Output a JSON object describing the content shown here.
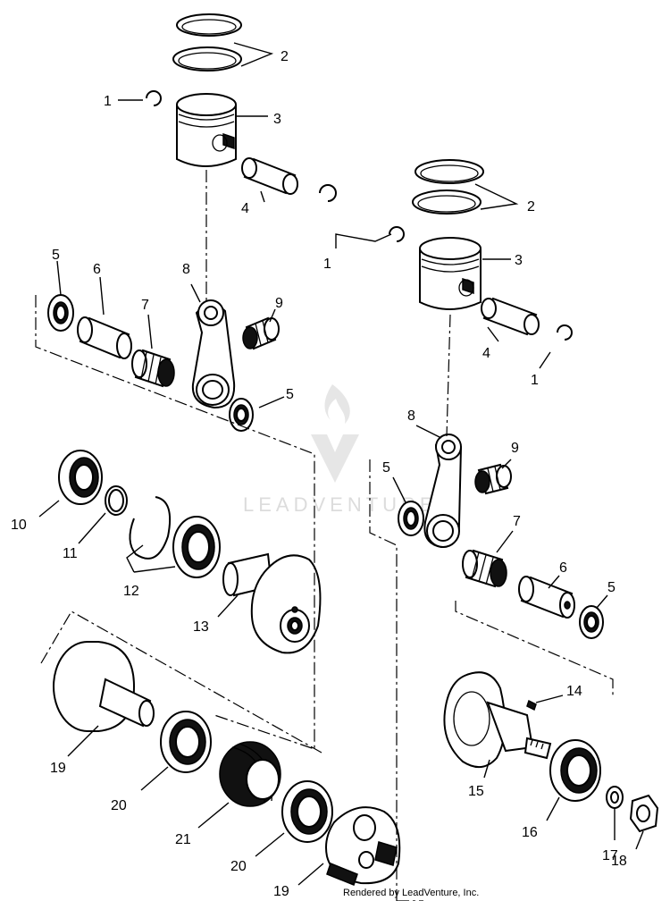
{
  "watermark": {
    "brand": "LEADVENTURE"
  },
  "footer": {
    "credit": "Rendered by LeadVenture, Inc."
  },
  "callouts": [
    {
      "label": "1"
    },
    {
      "label": "2"
    },
    {
      "label": "3"
    },
    {
      "label": "4"
    },
    {
      "label": "1"
    },
    {
      "label": "2"
    },
    {
      "label": "3"
    },
    {
      "label": "4"
    },
    {
      "label": "1"
    },
    {
      "label": "5"
    },
    {
      "label": "6"
    },
    {
      "label": "7"
    },
    {
      "label": "8"
    },
    {
      "label": "9"
    },
    {
      "label": "5"
    },
    {
      "label": "8"
    },
    {
      "label": "9"
    },
    {
      "label": "5"
    },
    {
      "label": "7"
    },
    {
      "label": "6"
    },
    {
      "label": "5"
    },
    {
      "label": "10"
    },
    {
      "label": "11"
    },
    {
      "label": "12"
    },
    {
      "label": "13"
    },
    {
      "label": "14"
    },
    {
      "label": "15"
    },
    {
      "label": "16"
    },
    {
      "label": "17"
    },
    {
      "label": "18"
    },
    {
      "label": "19"
    },
    {
      "label": "20"
    },
    {
      "label": "21"
    },
    {
      "label": "20"
    },
    {
      "label": "19"
    }
  ]
}
